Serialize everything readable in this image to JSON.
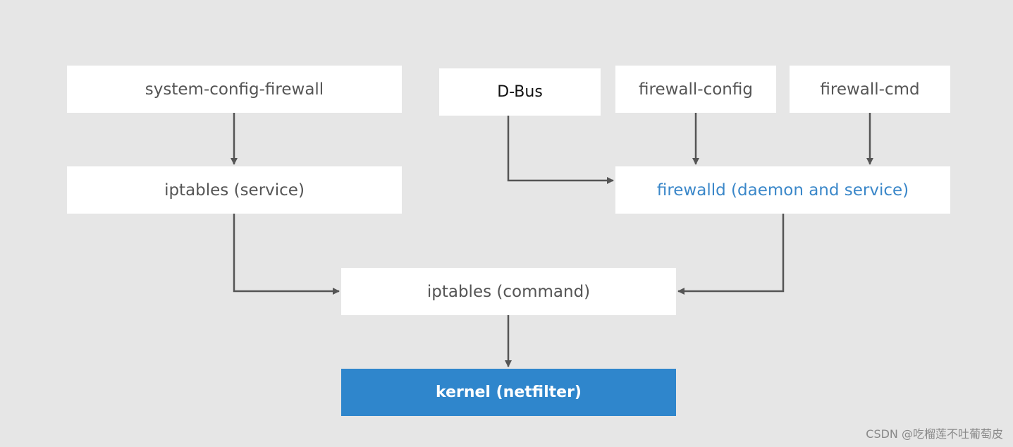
{
  "nodes": {
    "system_config_firewall": "system-config-firewall",
    "dbus": "D-Bus",
    "firewall_config": "firewall-config",
    "firewall_cmd": "firewall-cmd",
    "iptables_service": "iptables (service)",
    "firewalld": "firewalld (daemon and service)",
    "iptables_command": "iptables (command)",
    "kernel": "kernel (netfilter)"
  },
  "colors": {
    "background": "#e6e6e6",
    "node_fill": "#ffffff",
    "node_text": "#555555",
    "accent_text": "#3a87c9",
    "kernel_fill": "#2f86cc",
    "arrow": "#555555"
  },
  "watermark": "CSDN @吃榴莲不吐葡萄皮"
}
